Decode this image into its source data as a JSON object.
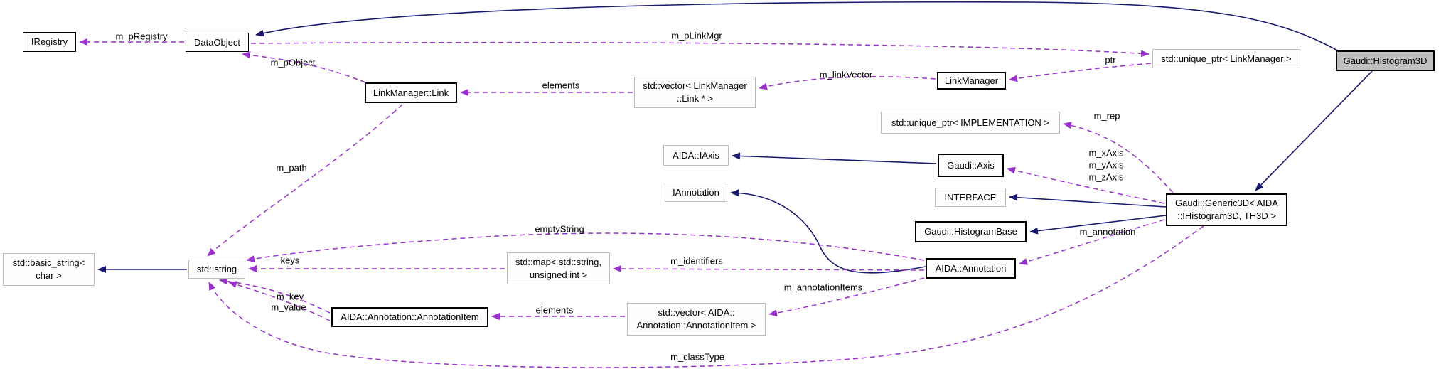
{
  "colors": {
    "edge-solid": "#191970",
    "edge-dashed": "#9932cc",
    "border-dark": "#000000",
    "border-light": "#bcbcbc",
    "highlight-fill": "#bfbfbf",
    "bg": "#ffffff"
  },
  "nodes": [
    {
      "id": "iregistry",
      "lines": [
        "IRegistry"
      ]
    },
    {
      "id": "dataobject",
      "lines": [
        "DataObject"
      ]
    },
    {
      "id": "linkmanager-link",
      "lines": [
        "LinkManager::Link"
      ]
    },
    {
      "id": "vector-linkmanager-link",
      "lines": [
        "std::vector< LinkManager",
        "::Link * >"
      ]
    },
    {
      "id": "linkmanager",
      "lines": [
        "LinkManager"
      ]
    },
    {
      "id": "unique-ptr-linkmanager",
      "lines": [
        "std::unique_ptr< LinkManager >"
      ]
    },
    {
      "id": "gaudi-histogram3d",
      "lines": [
        "Gaudi::Histogram3D"
      ]
    },
    {
      "id": "unique-ptr-implementation",
      "lines": [
        "std::unique_ptr< IMPLEMENTATION >"
      ]
    },
    {
      "id": "aida-iaxis",
      "lines": [
        "AIDA::IAxis"
      ]
    },
    {
      "id": "gaudi-axis",
      "lines": [
        "Gaudi::Axis"
      ]
    },
    {
      "id": "interface",
      "lines": [
        "INTERFACE"
      ]
    },
    {
      "id": "iannotation",
      "lines": [
        "IAnnotation"
      ]
    },
    {
      "id": "gaudi-histogrambase",
      "lines": [
        "Gaudi::HistogramBase"
      ]
    },
    {
      "id": "gaudi-generic3d",
      "lines": [
        "Gaudi::Generic3D< AIDA",
        "::IHistogram3D, TH3D >"
      ]
    },
    {
      "id": "basic-string",
      "lines": [
        "std::basic_string<",
        "char >"
      ]
    },
    {
      "id": "std-string",
      "lines": [
        "std::string"
      ]
    },
    {
      "id": "std-map",
      "lines": [
        "std::map< std::string,",
        "unsigned int >"
      ]
    },
    {
      "id": "aida-annotation",
      "lines": [
        "AIDA::Annotation"
      ]
    },
    {
      "id": "annotation-item",
      "lines": [
        "AIDA::Annotation::AnnotationItem"
      ]
    },
    {
      "id": "vector-annotation-item",
      "lines": [
        "std::vector< AIDA::",
        "Annotation::AnnotationItem >"
      ]
    }
  ],
  "edge_labels": {
    "m_pRegistry": "m_pRegistry",
    "m_pLinkMgr": "m_pLinkMgr",
    "m_pObject": "m_pObject",
    "elements_links": "elements",
    "m_linkVector": "m_linkVector",
    "ptr": "ptr",
    "m_rep": "m_rep",
    "m_xAxis": "m_xAxis",
    "m_yAxis": "m_yAxis",
    "m_zAxis": "m_zAxis",
    "m_annotation": "m_annotation",
    "emptyString": "emptyString",
    "keys": "keys",
    "m_identifiers": "m_identifiers",
    "m_annotationItems": "m_annotationItems",
    "m_key": "m_key",
    "m_value": "m_value",
    "elements_items": "elements",
    "m_classType": "m_classType",
    "m_path": "m_path"
  }
}
